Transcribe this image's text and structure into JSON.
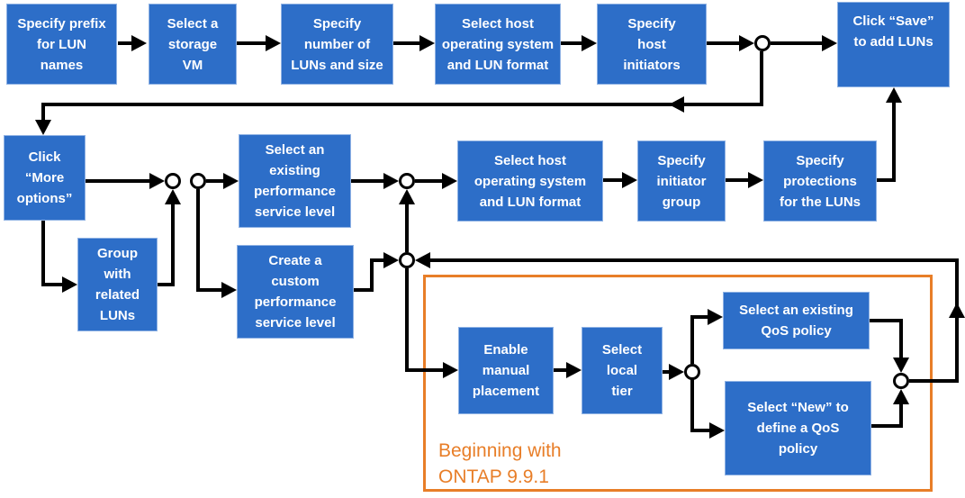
{
  "diagram": {
    "colors": {
      "box_fill": "#2D6EC8",
      "box_border": "#8FB2E4",
      "box_text": "#FFFFFF",
      "connector": "#000000",
      "callout_orange": "#E87E28"
    },
    "nodes": {
      "specify_prefix": {
        "label": "Specify prefix\nfor LUN\nnames"
      },
      "select_storage_vm": {
        "label": "Select a\nstorage\nVM"
      },
      "specify_number": {
        "label": "Specify\nnumber of\nLUNs and size"
      },
      "select_host_os_top": {
        "label": "Select host\noperating system\nand LUN format"
      },
      "specify_host_initiators": {
        "label": "Specify\nhost\ninitiators"
      },
      "click_save": {
        "label": "Click “Save”\nto add LUNs"
      },
      "click_more_options": {
        "label": "Click\n“More\noptions”"
      },
      "select_existing_psl": {
        "label": "Select an\nexisting\nperformance\nservice level"
      },
      "select_host_os_mid": {
        "label": "Select host\noperating system\nand LUN format"
      },
      "specify_initiator_group": {
        "label": "Specify\ninitiator\ngroup"
      },
      "specify_protections": {
        "label": "Specify\nprotections\nfor the LUNs"
      },
      "group_related_luns": {
        "label": "Group\nwith\nrelated\nLUNs"
      },
      "create_custom_psl": {
        "label": "Create a\ncustom\nperformance\nservice level"
      },
      "enable_manual_placement": {
        "label": "Enable\nmanual\nplacement"
      },
      "select_local_tier": {
        "label": "Select\nlocal\ntier"
      },
      "select_existing_qos": {
        "label": "Select an existing\nQoS policy"
      },
      "select_new_qos": {
        "label": "Select “New” to\ndefine a  QoS\npolicy"
      }
    },
    "callout": {
      "label": "Beginning  with\nONTAP 9.9.1"
    }
  }
}
